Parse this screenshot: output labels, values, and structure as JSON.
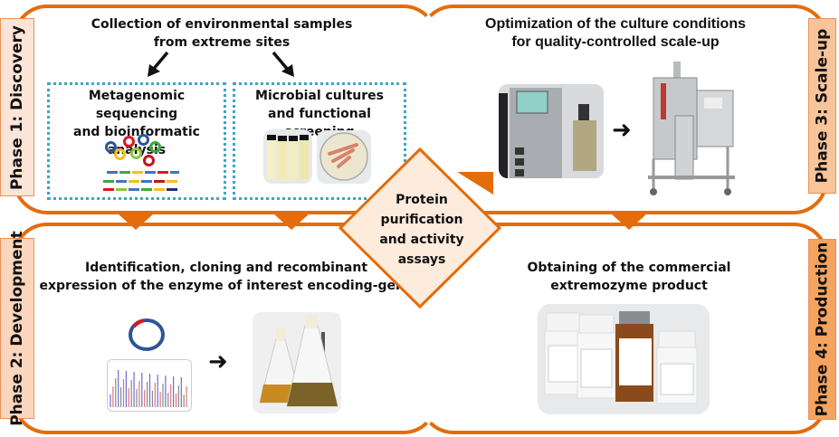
{
  "phases": [
    {
      "id": 1,
      "label": "Phase 1: Discovery",
      "fill": "#FCE4D6"
    },
    {
      "id": 2,
      "label": "Phase 2: Development",
      "fill": "#FBD5BC"
    },
    {
      "id": 3,
      "label": "Phase 3: Scale-up",
      "fill": "#F9C49A"
    },
    {
      "id": 4,
      "label": "Phase 4: Production",
      "fill": "#F4A460"
    }
  ],
  "discovery": {
    "title_line1": "Collection of environmental samples",
    "title_line2": "from extreme sites",
    "metagenomic": {
      "line1": "Metagenomic sequencing",
      "line2": "and bioinformatic analysis"
    },
    "cultures": {
      "line1": "Microbial cultures",
      "line2": "and functional screening"
    }
  },
  "development": {
    "title_line1": "Identification, cloning and recombinant",
    "title_line2": "expression of the enzyme of interest encoding-gene"
  },
  "scaleup": {
    "title_line1": "Optimization of the culture conditions",
    "title_line2": "for quality-controlled scale-up"
  },
  "production": {
    "title_line1": "Obtaining of the commercial",
    "title_line2": "extremozyme product"
  },
  "center": {
    "line1": "Protein",
    "line2": "purification",
    "line3": "and activity",
    "line4": "assays"
  },
  "colors": {
    "accent": "#E46C0A",
    "dotted_border": "#3BA6C8",
    "diamond_fill": "#FDEBDC"
  }
}
